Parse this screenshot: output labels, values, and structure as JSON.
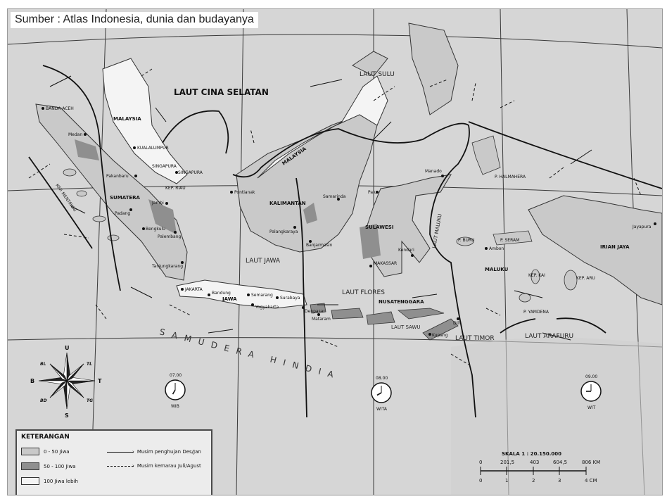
{
  "source_text": "Sumber : Atlas Indonesia, dunia dan budayanya",
  "seas": {
    "cina_selatan": "LAUT CINA SELATAN",
    "sulu": "LAUT SULU",
    "jawa": "LAUT JAWA",
    "flores": "LAUT FLORES",
    "sawu": "LAUT SAWU",
    "timor": "LAUT TIMOR",
    "arafuru": "LAUT ARAFURU",
    "maluku": "LAUT MALUKU",
    "samudera": "SAMUDERA HINDIA"
  },
  "regions": {
    "malaysia_w": "MALAYSIA",
    "malaysia_e": "MALAYSIA",
    "sumatera": "SUMATERA",
    "kalimantan": "KALIMANTAN",
    "sulawesi": "SULAWESI",
    "jawa": "JAWA",
    "nusatenggara": "NUSATENGGARA",
    "maluku": "MALUKU",
    "irian": "IRIAN JAYA",
    "kep_riau": "KEP. RIAU",
    "kep_mentawai": "KEP. MENTAWAI",
    "halmahera": "P. HALMAHERA",
    "buru": "P. BURU",
    "seram": "P. SERAM",
    "kep_kai": "KEP. KAI",
    "kep_aru": "KEP. ARU",
    "yamdena": "P. YAMDENA",
    "singapura": "SINGAPURA"
  },
  "cities": {
    "banda_aceh": "BANDA ACEH",
    "medan": "Medan",
    "kuala_lumpur": "KUALALUMPUR",
    "singapura_city": "SINGAPURA",
    "pakanbaru": "Pakanbaru",
    "padang": "Padang",
    "jambi": "Jambi",
    "palembang": "Palembang",
    "bengkulu": "Bengkulu",
    "tanjungkarang": "Tanjungkarang",
    "pontianak": "Pontianak",
    "palangkaraya": "Palangkaraya",
    "banjarmasin": "Banjarmasin",
    "samarinda": "Samarinda",
    "jakarta": "JAKARTA",
    "bandung": "Bandung",
    "semarang": "Semarang",
    "surabaya": "Surabaya",
    "yogyakarta": "Yogyakarta",
    "denpasar": "Denpasar",
    "mataram": "Mataram",
    "palu": "Palu",
    "manado": "Manado",
    "makassar": "MAKASSAR",
    "kendari": "Kendari",
    "kupang": "Kupang",
    "dili": "Dili",
    "ambon": "Ambon",
    "jayapura": "Jayapura"
  },
  "clocks": [
    {
      "time": "07.00",
      "zone": "WIB",
      "hour": 7,
      "minute": 0
    },
    {
      "time": "08.00",
      "zone": "WITA",
      "hour": 8,
      "minute": 0
    },
    {
      "time": "09.00",
      "zone": "WIT",
      "hour": 9,
      "minute": 0
    }
  ],
  "compass": {
    "n": "U",
    "s": "S",
    "e": "T",
    "w": "B",
    "nw": "BL",
    "ne": "TL",
    "sw": "BD",
    "se": "TG"
  },
  "legend": {
    "title": "KETERANGAN",
    "items": [
      {
        "label": "0 - 50 Jiwa",
        "color": "#c9c9c9"
      },
      {
        "label": "50 - 100 Jiwa",
        "color": "#8f8f8f"
      },
      {
        "label": "100 Jiwa lebih",
        "color": "#f4f4f4"
      }
    ],
    "arrows": [
      {
        "label": "Musim penghujan Des/Jan",
        "style": "solid"
      },
      {
        "label": "Musim kemarau Juli/Agust",
        "style": "dashed"
      }
    ]
  },
  "scale": {
    "title": "SKALA 1 : 20.150.000",
    "km": [
      "0",
      "201,5",
      "403",
      "604,5",
      "806 KM"
    ],
    "cm": [
      "0",
      "1",
      "2",
      "3",
      "4  CM"
    ]
  },
  "colors": {
    "sea": "#d6d6d6",
    "land_low": "#c9c9c9",
    "land_mid": "#8f8f8f",
    "land_high": "#f4f4f4",
    "ink": "#1a1a1a"
  }
}
